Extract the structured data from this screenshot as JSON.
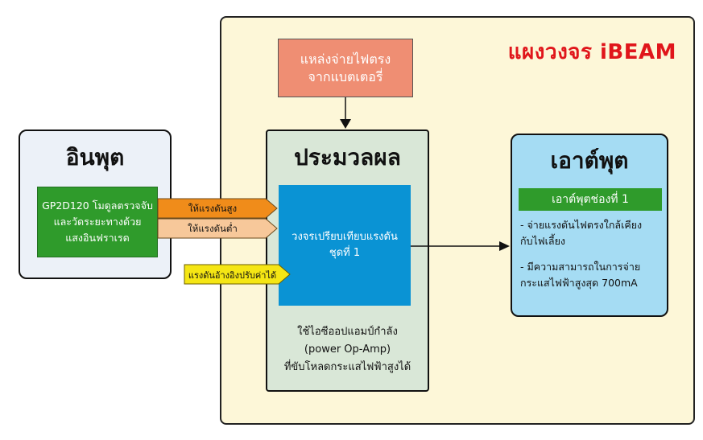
{
  "board": {
    "title": "แผงวงจร iBEAM"
  },
  "supply": {
    "line1": "แหล่งจ่ายไฟตรง",
    "line2": "จากแบตเตอรี่"
  },
  "input": {
    "title": "อินพุต",
    "sensor": {
      "line1": "GP2D120 โมดูลตรวจจับ",
      "line2": "และวัดระยะทางด้วย",
      "line3": "แสงอินฟราเรด"
    }
  },
  "arrows": {
    "high": "ให้แรงดันสูง",
    "low": "ให้แรงดันต่ำ",
    "reference": "แรงดันอ้างอิงปรับค่าได้"
  },
  "processing": {
    "title": "ประมวลผล",
    "comparator": {
      "line1": "วงจรเปรียบเทียบแรงดัน",
      "line2": "ชุดที่ 1"
    },
    "note": {
      "line1": "ใช้ไอซีออปแอมป์กำลัง",
      "line2": "(power Op-Amp)",
      "line3": "ที่ขับโหลดกระแสไฟฟ้าสูงได้"
    }
  },
  "output": {
    "title": "เอาต์พุต",
    "channel": "เอาต์พุตช่องที่ 1",
    "item1": {
      "line1": "- จ่ายแรงดันไฟตรงใกล้เคียง",
      "line2": "กับไฟเลี้ยง"
    },
    "item2": {
      "line1": "- มีความสามารถในการจ่าย",
      "line2": "กระแสไฟฟ้าสูงสุด 700mA"
    }
  },
  "colors": {
    "board_bg": "#fdf7d8",
    "title_red": "#e0161b",
    "supply": "#ef8e73",
    "green": "#2f9b2b",
    "comparator_blue": "#0a93d4",
    "arrow_high": "#f08c1a",
    "arrow_low": "#f7c89a",
    "arrow_ref": "#f5e614",
    "output_bg": "#a5dcf3",
    "processing_bg": "#d9e7d7",
    "input_bg": "#ecf1f8"
  }
}
